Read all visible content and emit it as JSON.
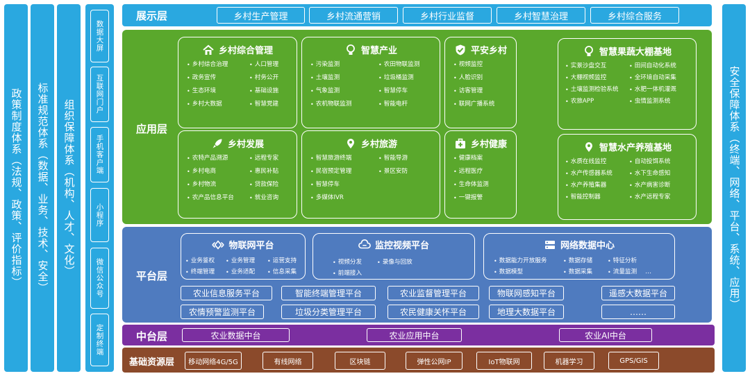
{
  "left_pillars": [
    {
      "text": "政策制度体系（法规、政策、评价指标）"
    },
    {
      "text": "标准规范体系（数据、业务、技术、安全）"
    },
    {
      "text": "组织保障体系（机构、人才、文化）"
    }
  ],
  "channels": [
    "数据大屏",
    "互联网门户",
    "手机客户端",
    "小程序",
    "微信公众号",
    "定制终端"
  ],
  "right_pillar": {
    "text": "安全保障体系（终端、网络、平台、系统、应用）"
  },
  "display_layer": {
    "title": "展示层",
    "items": [
      "乡村生产管理",
      "乡村流通营销",
      "乡村行业监督",
      "乡村智慧治理",
      "乡村综合服务"
    ]
  },
  "app_layer": {
    "title": "应用层",
    "cards": [
      {
        "title": "乡村综合管理",
        "icon": "house-icon",
        "items": [
          "乡村综合治理",
          "人口管理",
          "政务宣传",
          "村务公开",
          "生态环境",
          "基础设施",
          "乡村大数据",
          "智慧党建"
        ]
      },
      {
        "title": "智慧产业",
        "icon": "lightbulb-icon",
        "items": [
          "污染监测",
          "农田物联监测",
          "土壤监测",
          "垃圾桶监测",
          "气象监测",
          "智慧停车",
          "农机物联监测",
          "智能电杆"
        ]
      },
      {
        "title": "平安乡村",
        "icon": "shield-check-icon",
        "items": [
          "视频监控",
          "人脸识别",
          "访客管理",
          "联网广播系统"
        ]
      },
      {
        "title": "乡村发展",
        "icon": "rocket-icon",
        "items": [
          "农特产品溯源",
          "远程专家",
          "乡村电商",
          "惠民补贴",
          "乡村物流",
          "贷款保险",
          "农产品信息平台",
          "就业咨询"
        ]
      },
      {
        "title": "乡村旅游",
        "icon": "map-pin-icon",
        "items": [
          "智慧旅游终端",
          "智能导游",
          "民宿预定管理",
          "景区安防",
          "智慧停车",
          "多媒体IVR"
        ]
      },
      {
        "title": "乡村健康",
        "icon": "medical-kit-icon",
        "items": [
          "健康档案",
          "远程医疗",
          "生命体监测",
          "一键报警"
        ]
      },
      {
        "title": "智慧果蔬大棚基地",
        "icon": "lightbulb-icon",
        "items": [
          "实景沙盘交互",
          "田间自动化系统",
          "大棚视频监控",
          "全环境自动采集",
          "土壤监测检验系统",
          "水肥一体机灌溉",
          "农旅APP",
          "虫情监测系统"
        ]
      },
      {
        "title": "智慧水产养殖基地",
        "icon": "map-pin-icon",
        "items": [
          "水质在线监控",
          "自动投饵系统",
          "水产传感器系统",
          "水下生命感知",
          "水产养殖集器",
          "水产病害诊断",
          "智能控制器",
          "水产远程专家"
        ]
      }
    ]
  },
  "platform_layer": {
    "title": "平台层",
    "cards": [
      {
        "title": "物联网平台",
        "icon": "iot-diamond-icon",
        "items": [
          "业务鉴权",
          "业务管理",
          "运营支持",
          "终端管理",
          "业务适配",
          "信息采集"
        ]
      },
      {
        "title": "监控视频平台",
        "icon": "cloud-monitor-icon",
        "items": [
          "视频分发",
          "录像与回放",
          "前端接入"
        ]
      },
      {
        "title": "网络数据中心",
        "icon": "server-icon",
        "items": [
          "数据能力开放服务",
          "数据存储",
          "特征分析",
          "数据模型",
          "数据采集",
          "流量监测",
          "…"
        ]
      }
    ],
    "platforms": [
      "农业信息服务平台",
      "智能终端管理平台",
      "农业监督管理平台",
      "物联网感知平台",
      "遥感大数据平台",
      "农情预警监测平台",
      "垃圾分类管理平台",
      "农民健康关怀平台",
      "地理大数据平台",
      "……"
    ]
  },
  "middle_layer": {
    "title": "中台层",
    "items": [
      "农业数据中台",
      "农业应用中台",
      "农业AI中台"
    ]
  },
  "base_layer": {
    "title": "基础资源层",
    "items": [
      "移动网络4G/5G",
      "有线网络",
      "区块链",
      "弹性公网IP",
      "IoT物联网",
      "机器学习",
      "GPS/GIS"
    ]
  },
  "colors": {
    "pillar": "#2aa8e0",
    "display": "#2aa8e0",
    "application": "#5aa82c",
    "platform": "#4f7bbf",
    "middle": "#7b2fa0",
    "base": "#8b4a2b"
  }
}
